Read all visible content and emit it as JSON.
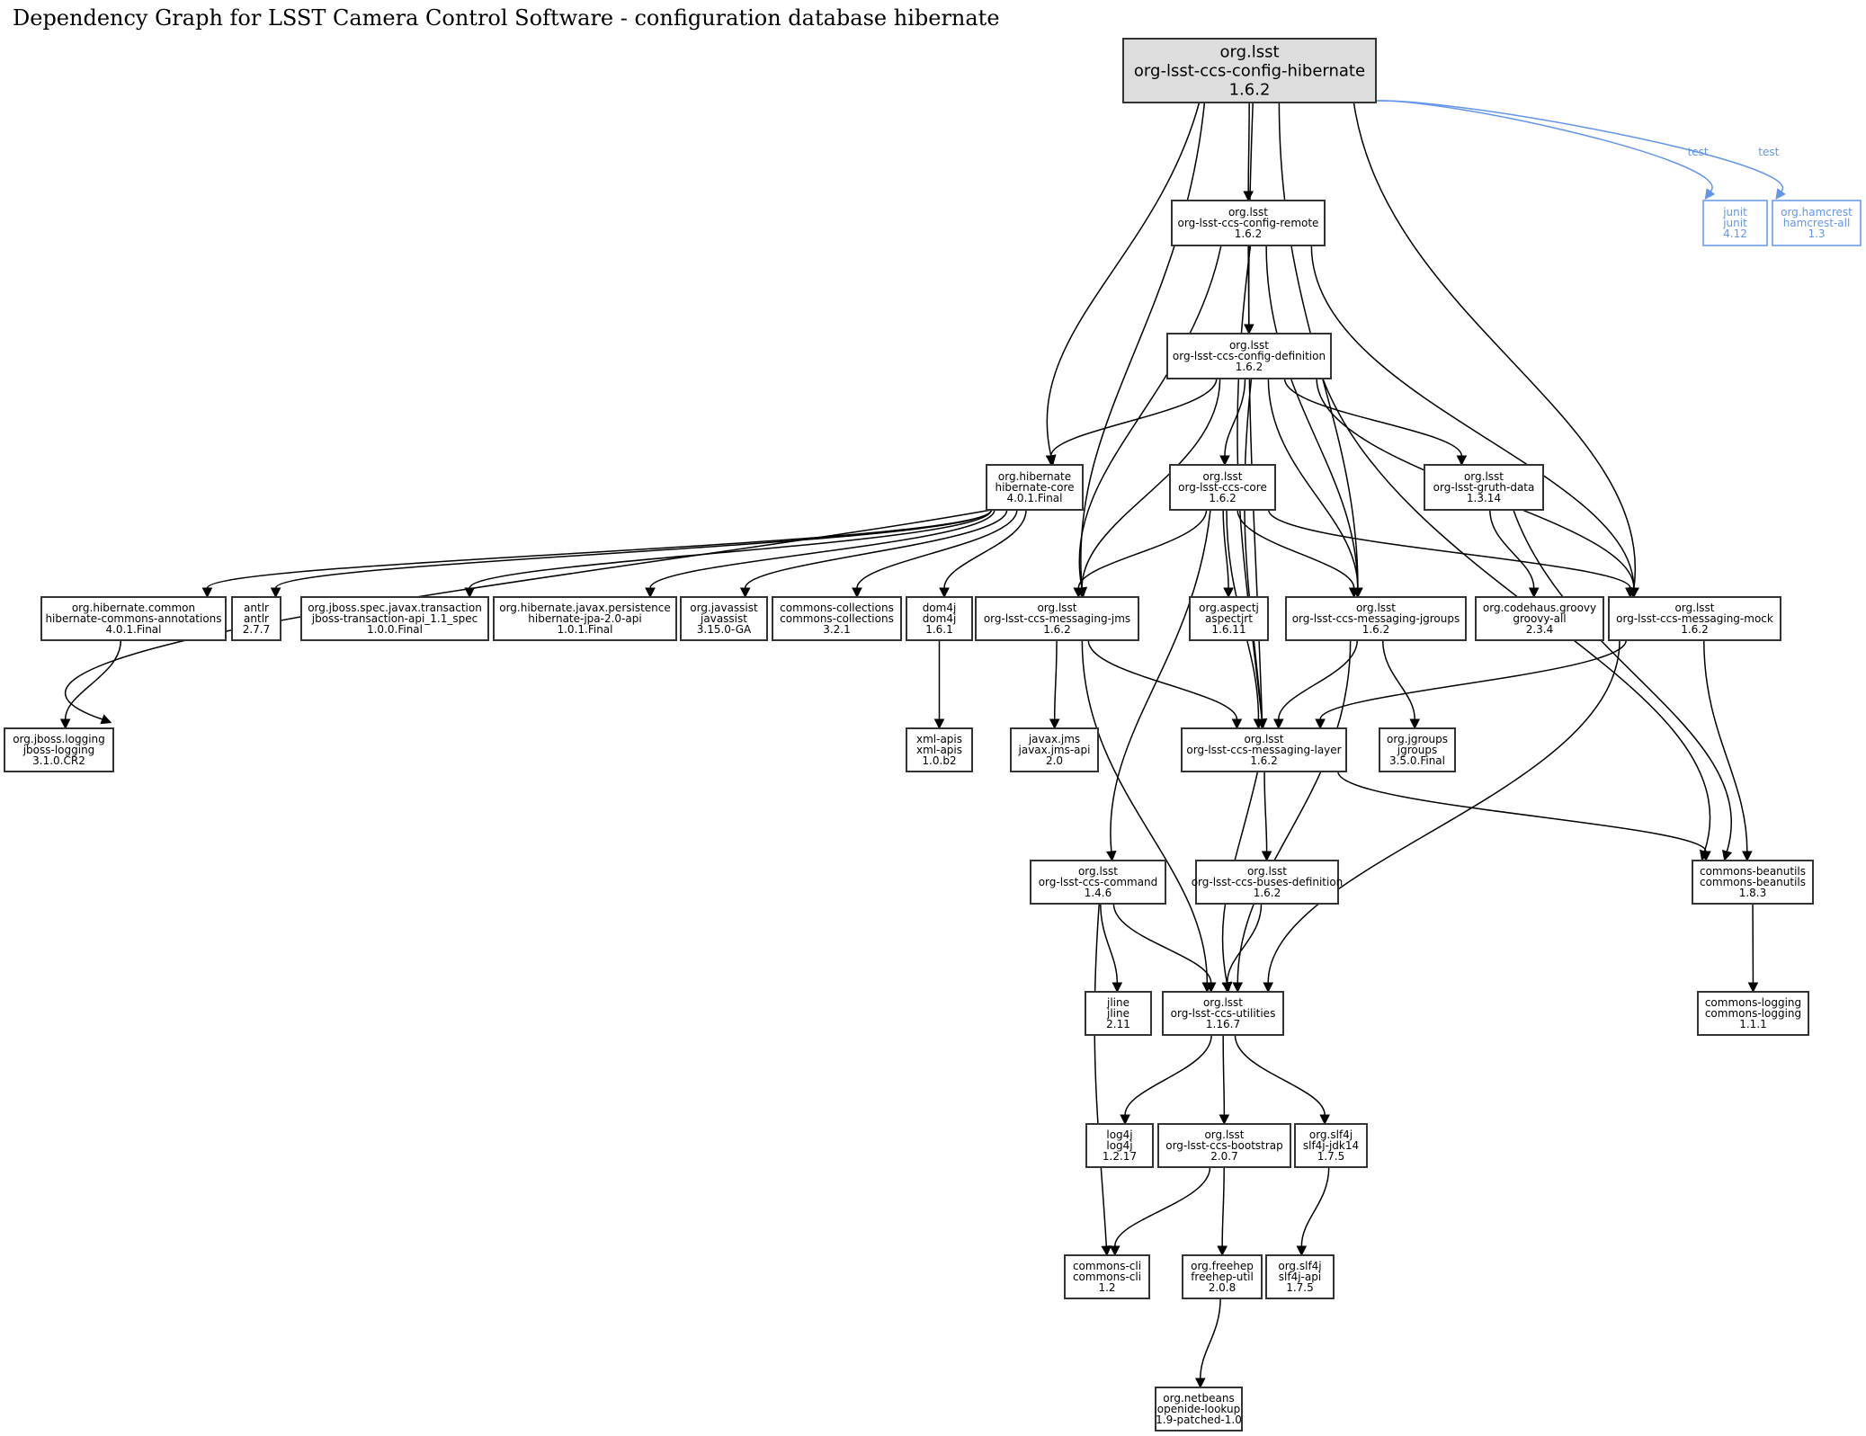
{
  "title": "Dependency Graph for LSST Camera Control Software - configuration database hibernate",
  "colors": {
    "test_scope": "#6495ed",
    "root_fill": "#dddddd",
    "edge": "#000000"
  },
  "nodes": [
    {
      "id": "root",
      "group": "org.lsst",
      "artifact": "org-lsst-ccs-config-hibernate",
      "version": "1.6.2",
      "kind": "root"
    },
    {
      "id": "config-remote",
      "group": "org.lsst",
      "artifact": "org-lsst-ccs-config-remote",
      "version": "1.6.2"
    },
    {
      "id": "config-definition",
      "group": "org.lsst",
      "artifact": "org-lsst-ccs-config-definition",
      "version": "1.6.2"
    },
    {
      "id": "hibernate-core",
      "group": "org.hibernate",
      "artifact": "hibernate-core",
      "version": "4.0.1.Final"
    },
    {
      "id": "ccs-core",
      "group": "org.lsst",
      "artifact": "org-lsst-ccs-core",
      "version": "1.6.2"
    },
    {
      "id": "gruth-data",
      "group": "org.lsst",
      "artifact": "org-lsst-gruth-data",
      "version": "1.3.14"
    },
    {
      "id": "junit",
      "group": "junit",
      "artifact": "junit",
      "version": "4.12",
      "kind": "test"
    },
    {
      "id": "hamcrest",
      "group": "org.hamcrest",
      "artifact": "hamcrest-all",
      "version": "1.3",
      "kind": "test"
    },
    {
      "id": "hibernate-commons-annotations",
      "group": "org.hibernate.common",
      "artifact": "hibernate-commons-annotations",
      "version": "4.0.1.Final"
    },
    {
      "id": "antlr",
      "group": "antlr",
      "artifact": "antlr",
      "version": "2.7.7"
    },
    {
      "id": "jboss-transaction",
      "group": "org.jboss.spec.javax.transaction",
      "artifact": "jboss-transaction-api_1.1_spec",
      "version": "1.0.0.Final"
    },
    {
      "id": "hibernate-jpa",
      "group": "org.hibernate.javax.persistence",
      "artifact": "hibernate-jpa-2.0-api",
      "version": "1.0.1.Final"
    },
    {
      "id": "javassist",
      "group": "org.javassist",
      "artifact": "javassist",
      "version": "3.15.0-GA"
    },
    {
      "id": "commons-collections",
      "group": "commons-collections",
      "artifact": "commons-collections",
      "version": "3.2.1"
    },
    {
      "id": "dom4j",
      "group": "dom4j",
      "artifact": "dom4j",
      "version": "1.6.1"
    },
    {
      "id": "messaging-jms",
      "group": "org.lsst",
      "artifact": "org-lsst-ccs-messaging-jms",
      "version": "1.6.2"
    },
    {
      "id": "aspectj",
      "group": "org.aspectj",
      "artifact": "aspectjrt",
      "version": "1.6.11"
    },
    {
      "id": "messaging-jgroups",
      "group": "org.lsst",
      "artifact": "org-lsst-ccs-messaging-jgroups",
      "version": "1.6.2"
    },
    {
      "id": "groovy",
      "group": "org.codehaus.groovy",
      "artifact": "groovy-all",
      "version": "2.3.4"
    },
    {
      "id": "messaging-mock",
      "group": "org.lsst",
      "artifact": "org-lsst-ccs-messaging-mock",
      "version": "1.6.2"
    },
    {
      "id": "jboss-logging",
      "group": "org.jboss.logging",
      "artifact": "jboss-logging",
      "version": "3.1.0.CR2"
    },
    {
      "id": "xml-apis",
      "group": "xml-apis",
      "artifact": "xml-apis",
      "version": "1.0.b2"
    },
    {
      "id": "javax-jms",
      "group": "javax.jms",
      "artifact": "javax.jms-api",
      "version": "2.0"
    },
    {
      "id": "messaging-layer",
      "group": "org.lsst",
      "artifact": "org-lsst-ccs-messaging-layer",
      "version": "1.6.2"
    },
    {
      "id": "jgroups",
      "group": "org.jgroups",
      "artifact": "jgroups",
      "version": "3.5.0.Final"
    },
    {
      "id": "command",
      "group": "org.lsst",
      "artifact": "org-lsst-ccs-command",
      "version": "1.4.6"
    },
    {
      "id": "buses-definition",
      "group": "org.lsst",
      "artifact": "org-lsst-ccs-buses-definition",
      "version": "1.6.2"
    },
    {
      "id": "beanutils",
      "group": "commons-beanutils",
      "artifact": "commons-beanutils",
      "version": "1.8.3"
    },
    {
      "id": "jline",
      "group": "jline",
      "artifact": "jline",
      "version": "2.11"
    },
    {
      "id": "utilities",
      "group": "org.lsst",
      "artifact": "org-lsst-ccs-utilities",
      "version": "1.16.7"
    },
    {
      "id": "commons-logging",
      "group": "commons-logging",
      "artifact": "commons-logging",
      "version": "1.1.1"
    },
    {
      "id": "log4j",
      "group": "log4j",
      "artifact": "log4j",
      "version": "1.2.17"
    },
    {
      "id": "bootstrap",
      "group": "org.lsst",
      "artifact": "org-lsst-ccs-bootstrap",
      "version": "2.0.7"
    },
    {
      "id": "slf4j-jdk14",
      "group": "org.slf4j",
      "artifact": "slf4j-jdk14",
      "version": "1.7.5"
    },
    {
      "id": "commons-cli",
      "group": "commons-cli",
      "artifact": "commons-cli",
      "version": "1.2"
    },
    {
      "id": "freehep",
      "group": "org.freehep",
      "artifact": "freehep-util",
      "version": "2.0.8"
    },
    {
      "id": "slf4j-api",
      "group": "org.slf4j",
      "artifact": "slf4j-api",
      "version": "1.7.5"
    },
    {
      "id": "openide-lookup",
      "group": "org.netbeans",
      "artifact": "openide-lookup",
      "version": "1.9-patched-1.0"
    }
  ],
  "edges": [
    {
      "from": "root",
      "to": "config-remote"
    },
    {
      "from": "root",
      "to": "hibernate-core"
    },
    {
      "from": "root",
      "to": "messaging-jms"
    },
    {
      "from": "root",
      "to": "messaging-layer"
    },
    {
      "from": "root",
      "to": "messaging-jgroups"
    },
    {
      "from": "root",
      "to": "messaging-mock"
    },
    {
      "from": "root",
      "to": "junit",
      "label": "test"
    },
    {
      "from": "root",
      "to": "hamcrest",
      "label": "test"
    },
    {
      "from": "config-remote",
      "to": "config-definition"
    },
    {
      "from": "config-remote",
      "to": "messaging-jms"
    },
    {
      "from": "config-remote",
      "to": "messaging-layer"
    },
    {
      "from": "config-remote",
      "to": "messaging-jgroups"
    },
    {
      "from": "config-remote",
      "to": "messaging-mock"
    },
    {
      "from": "config-definition",
      "to": "hibernate-core"
    },
    {
      "from": "config-definition",
      "to": "ccs-core"
    },
    {
      "from": "config-definition",
      "to": "messaging-jms"
    },
    {
      "from": "config-definition",
      "to": "messaging-layer"
    },
    {
      "from": "config-definition",
      "to": "messaging-jgroups"
    },
    {
      "from": "config-definition",
      "to": "gruth-data"
    },
    {
      "from": "config-definition",
      "to": "messaging-mock"
    },
    {
      "from": "config-definition",
      "to": "beanutils"
    },
    {
      "from": "hibernate-core",
      "to": "hibernate-commons-annotations"
    },
    {
      "from": "hibernate-core",
      "to": "antlr"
    },
    {
      "from": "hibernate-core",
      "to": "jboss-transaction"
    },
    {
      "from": "hibernate-core",
      "to": "hibernate-jpa"
    },
    {
      "from": "hibernate-core",
      "to": "javassist"
    },
    {
      "from": "hibernate-core",
      "to": "commons-collections"
    },
    {
      "from": "hibernate-core",
      "to": "dom4j"
    },
    {
      "from": "hibernate-core",
      "to": "jboss-logging"
    },
    {
      "from": "ccs-core",
      "to": "messaging-jms"
    },
    {
      "from": "ccs-core",
      "to": "aspectj"
    },
    {
      "from": "ccs-core",
      "to": "messaging-jgroups"
    },
    {
      "from": "ccs-core",
      "to": "messaging-mock"
    },
    {
      "from": "ccs-core",
      "to": "messaging-layer"
    },
    {
      "from": "ccs-core",
      "to": "command"
    },
    {
      "from": "gruth-data",
      "to": "groovy"
    },
    {
      "from": "gruth-data",
      "to": "beanutils"
    },
    {
      "from": "hibernate-commons-annotations",
      "to": "jboss-logging"
    },
    {
      "from": "dom4j",
      "to": "xml-apis"
    },
    {
      "from": "messaging-jms",
      "to": "javax-jms"
    },
    {
      "from": "messaging-jms",
      "to": "messaging-layer"
    },
    {
      "from": "messaging-jms",
      "to": "utilities"
    },
    {
      "from": "messaging-jgroups",
      "to": "messaging-layer"
    },
    {
      "from": "messaging-jgroups",
      "to": "jgroups"
    },
    {
      "from": "messaging-jgroups",
      "to": "utilities"
    },
    {
      "from": "messaging-mock",
      "to": "messaging-layer"
    },
    {
      "from": "messaging-mock",
      "to": "utilities"
    },
    {
      "from": "messaging-mock",
      "to": "beanutils"
    },
    {
      "from": "messaging-layer",
      "to": "buses-definition"
    },
    {
      "from": "messaging-layer",
      "to": "utilities"
    },
    {
      "from": "messaging-layer",
      "to": "beanutils"
    },
    {
      "from": "command",
      "to": "jline"
    },
    {
      "from": "command",
      "to": "utilities"
    },
    {
      "from": "command",
      "to": "commons-cli"
    },
    {
      "from": "buses-definition",
      "to": "utilities"
    },
    {
      "from": "beanutils",
      "to": "commons-logging"
    },
    {
      "from": "utilities",
      "to": "log4j"
    },
    {
      "from": "utilities",
      "to": "bootstrap"
    },
    {
      "from": "utilities",
      "to": "slf4j-jdk14"
    },
    {
      "from": "bootstrap",
      "to": "commons-cli"
    },
    {
      "from": "bootstrap",
      "to": "freehep"
    },
    {
      "from": "slf4j-jdk14",
      "to": "slf4j-api"
    },
    {
      "from": "freehep",
      "to": "openide-lookup"
    }
  ]
}
